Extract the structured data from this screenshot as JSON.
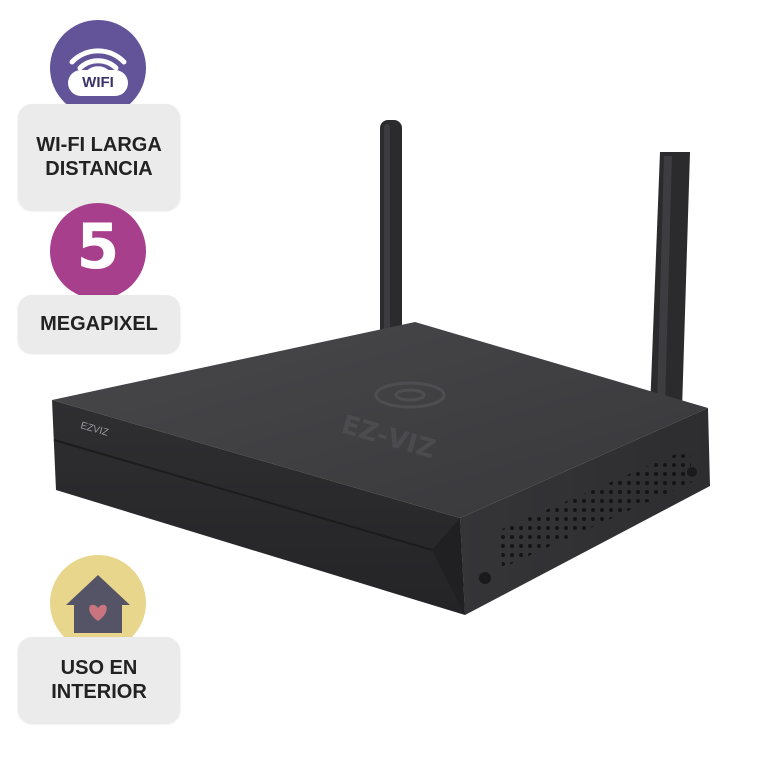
{
  "badges": {
    "wifi": {
      "tag": "WIFI",
      "label_line1": "WI-FI LARGA",
      "label_line2": "DISTANCIA"
    },
    "megapixel": {
      "number": "5",
      "label": "MEGAPIXEL"
    },
    "indoor": {
      "label_line1": "USO EN",
      "label_line2": "INTERIOR"
    }
  },
  "device": {
    "brand": "EZVIZ"
  },
  "colors": {
    "wifi_circle": "#63549a",
    "mp_circle": "#a83f8c",
    "indoor_circle": "#e8d68c",
    "device_body": "#3a3a3c"
  },
  "icons": {
    "wifi": "wifi-signal-icon",
    "indoor": "house-heart-icon",
    "brand": "ezviz-logo-icon"
  }
}
